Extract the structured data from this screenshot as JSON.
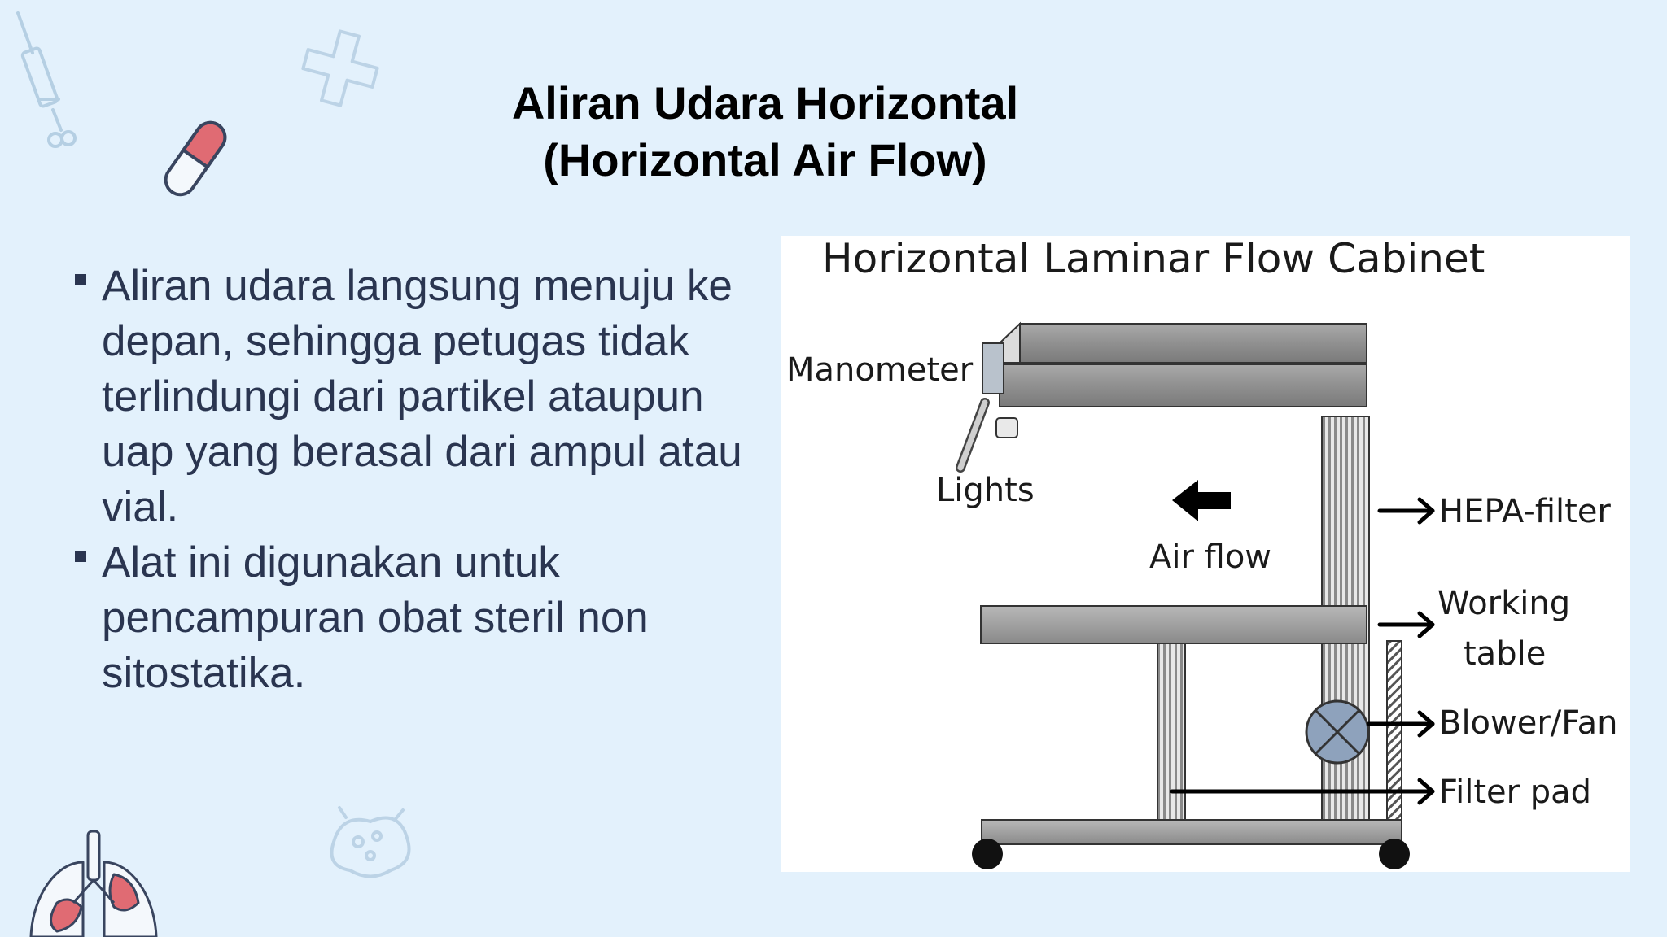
{
  "slide": {
    "title_line1": "Aliran Udara Horizontal",
    "title_line2": "(Horizontal Air Flow)",
    "bullets": [
      "Aliran udara langsung menuju ke depan, sehingga petugas tidak terlindungi dari partikel ataupun uap yang berasal dari ampul atau vial.",
      "Alat ini digunakan untuk pencampuran obat steril non sitostatika."
    ]
  },
  "diagram": {
    "title": "Horizontal Laminar Flow Cabinet",
    "labels": {
      "manometer": "Manometer",
      "lights": "Lights",
      "air_flow": "Air flow",
      "hepa_filter": "HEPA-filter",
      "working_table_line1": "Working",
      "working_table_line2": "table",
      "blower_fan": "Blower/Fan",
      "filter_pad": "Filter pad"
    }
  },
  "decorations": {
    "icons": [
      "syringe-icon",
      "cross-icon",
      "pill-icon",
      "lungs-icon",
      "bacteria-icon"
    ],
    "colors": {
      "background": "#e3f1fc",
      "text": "#2a3550",
      "accent_red": "#e06b73",
      "outline": "#39455f"
    }
  }
}
